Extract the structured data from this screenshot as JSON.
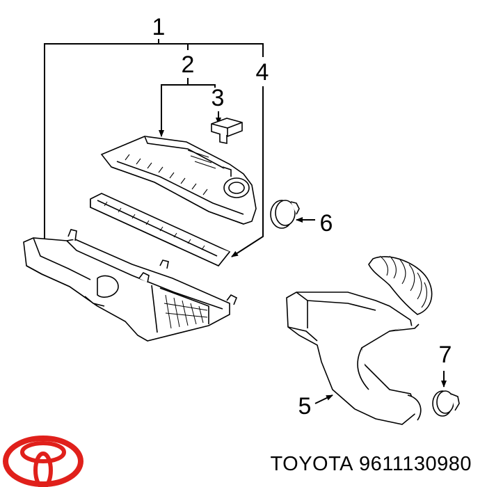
{
  "diagram": {
    "callouts": [
      {
        "id": "1",
        "label": "1"
      },
      {
        "id": "2",
        "label": "2"
      },
      {
        "id": "3",
        "label": "3"
      },
      {
        "id": "4",
        "label": "4"
      },
      {
        "id": "5",
        "label": "5"
      },
      {
        "id": "6",
        "label": "6"
      },
      {
        "id": "7",
        "label": "7"
      }
    ]
  },
  "branding": {
    "brand": "TOYOTA",
    "part_number": "9611130980",
    "logo_icon": "toyota-logo-icon",
    "logo_color": "#e0201b"
  },
  "colors": {
    "line": "#000000",
    "background": "#ffffff"
  }
}
